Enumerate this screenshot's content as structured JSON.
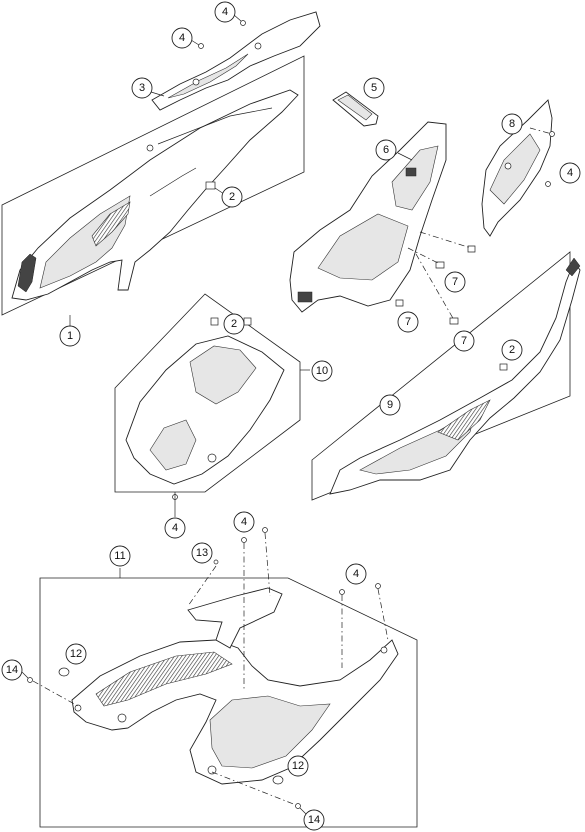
{
  "diagram": {
    "callouts": [
      {
        "id": "c1",
        "label": "1"
      },
      {
        "id": "c2a",
        "label": "2"
      },
      {
        "id": "c2b",
        "label": "2"
      },
      {
        "id": "c2c",
        "label": "2"
      },
      {
        "id": "c3",
        "label": "3"
      },
      {
        "id": "c4a",
        "label": "4"
      },
      {
        "id": "c4b",
        "label": "4"
      },
      {
        "id": "c4c",
        "label": "4"
      },
      {
        "id": "c4d",
        "label": "4"
      },
      {
        "id": "c4e",
        "label": "4"
      },
      {
        "id": "c4f",
        "label": "4"
      },
      {
        "id": "c5",
        "label": "5"
      },
      {
        "id": "c6",
        "label": "6"
      },
      {
        "id": "c7a",
        "label": "7"
      },
      {
        "id": "c7b",
        "label": "7"
      },
      {
        "id": "c7c",
        "label": "7"
      },
      {
        "id": "c8",
        "label": "8"
      },
      {
        "id": "c9",
        "label": "9"
      },
      {
        "id": "c10",
        "label": "10"
      },
      {
        "id": "c11",
        "label": "11"
      },
      {
        "id": "c12a",
        "label": "12"
      },
      {
        "id": "c12b",
        "label": "12"
      },
      {
        "id": "c13",
        "label": "13"
      },
      {
        "id": "c14a",
        "label": "14"
      },
      {
        "id": "c14b",
        "label": "14"
      }
    ]
  }
}
